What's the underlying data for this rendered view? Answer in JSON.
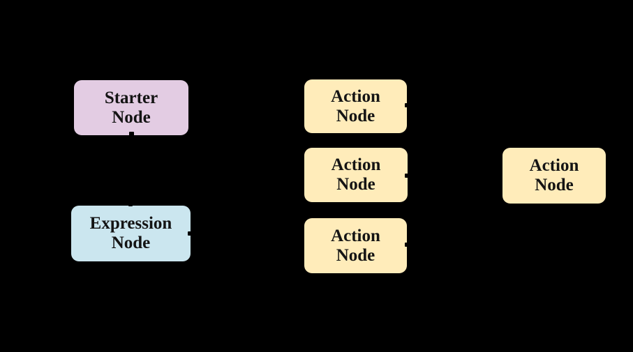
{
  "canvas": {
    "background_color": "#000000",
    "text_color": "#141414"
  },
  "nodes": {
    "starter": {
      "line1": "Starter",
      "line2": "Node",
      "fill": "#e3cce3"
    },
    "expression": {
      "line1": "Expression",
      "line2": "Node",
      "fill": "#cbe6ef"
    },
    "action_top": {
      "line1": "Action",
      "line2": "Node",
      "fill": "#ffecba"
    },
    "action_middle": {
      "line1": "Action",
      "line2": "Node",
      "fill": "#ffecba"
    },
    "action_bottom": {
      "line1": "Action",
      "line2": "Node",
      "fill": "#ffecba"
    },
    "action_right": {
      "line1": "Action",
      "line2": "Node",
      "fill": "#ffecba"
    }
  }
}
